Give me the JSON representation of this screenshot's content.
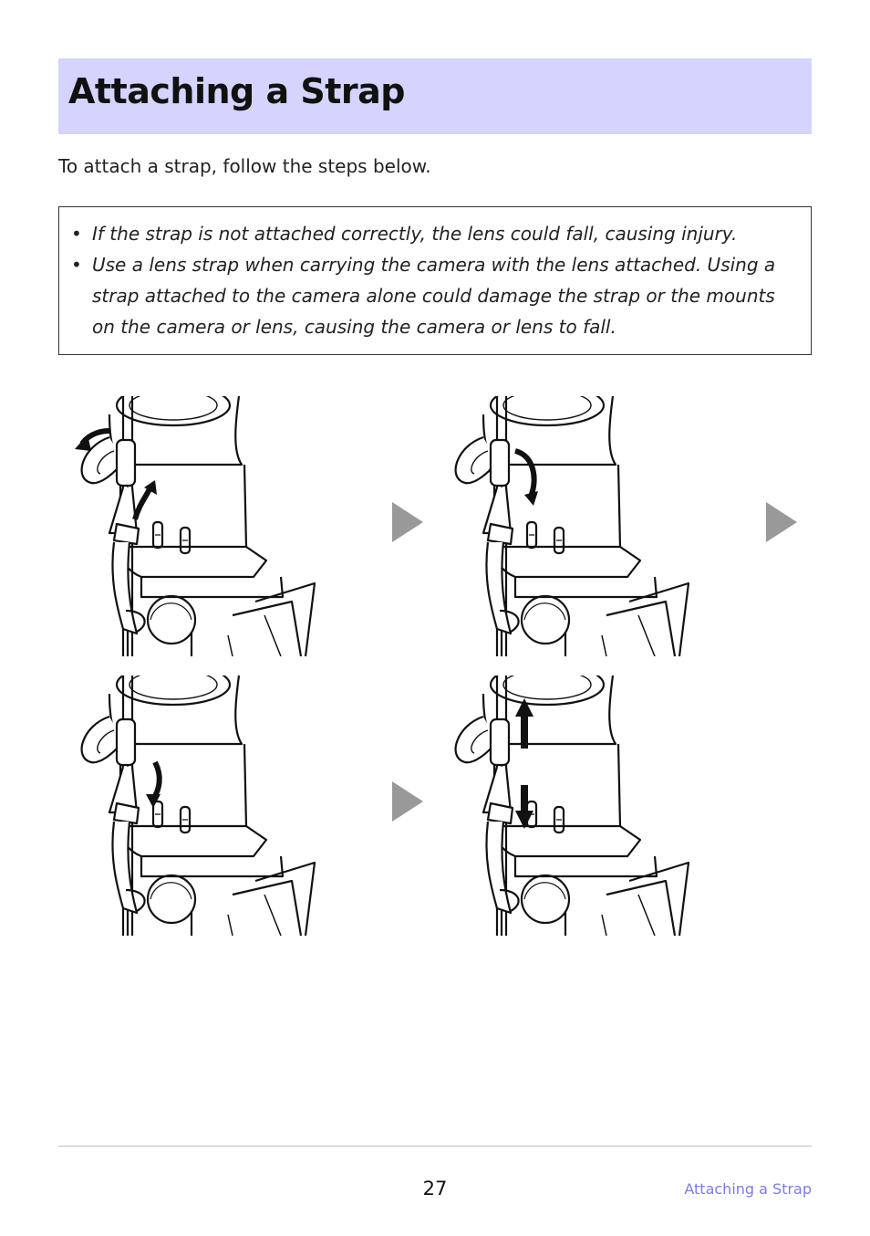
{
  "header": {
    "title": "Attaching a Strap"
  },
  "intro": "To attach a strap, follow the steps below.",
  "caution": {
    "items": [
      "If the strap is not attached correctly, the lens could fall, causing injury.",
      "Use a lens strap when carrying the camera with the lens attached. Using a strap attached to the camera alone could damage the strap or the mounts on the camera or lens, causing the camera or lens to fall."
    ]
  },
  "figure": {
    "steps": [
      {
        "icon": "strap-step-1-illustration"
      },
      {
        "icon": "strap-step-2-illustration"
      },
      {
        "icon": "strap-step-3-illustration"
      },
      {
        "icon": "strap-step-4-illustration"
      }
    ],
    "arrow_color": "#999999"
  },
  "footer": {
    "page_number": "27",
    "link": "Attaching a Strap",
    "link_color": "#7b7be6"
  }
}
